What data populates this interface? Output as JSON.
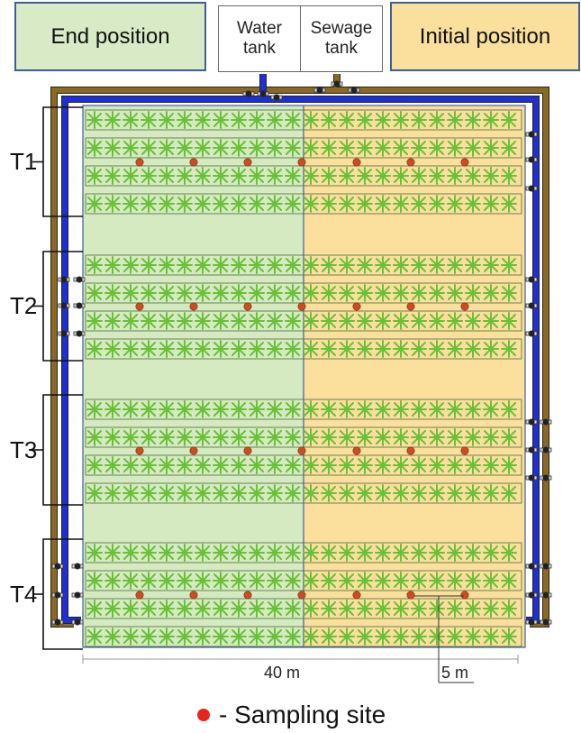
{
  "header": {
    "end_position": "End position",
    "initial_position": "Initial position",
    "water_tank": [
      "Water",
      "tank"
    ],
    "sewage_tank": [
      "Sewage",
      "tank"
    ]
  },
  "sections": [
    "T1",
    "T2",
    "T3",
    "T4"
  ],
  "scale": {
    "total": "40 m",
    "segment": "5 m"
  },
  "legend": {
    "label": "- Sampling site"
  },
  "colors": {
    "end_zone": "#d5eac1",
    "initial_zone": "#fbdf9d",
    "water_pipe": "#1f2fd1",
    "sewage_pipe": "#8a6a23",
    "sampling_site": "#cf4b24",
    "plant": "#6bbf3a"
  }
}
